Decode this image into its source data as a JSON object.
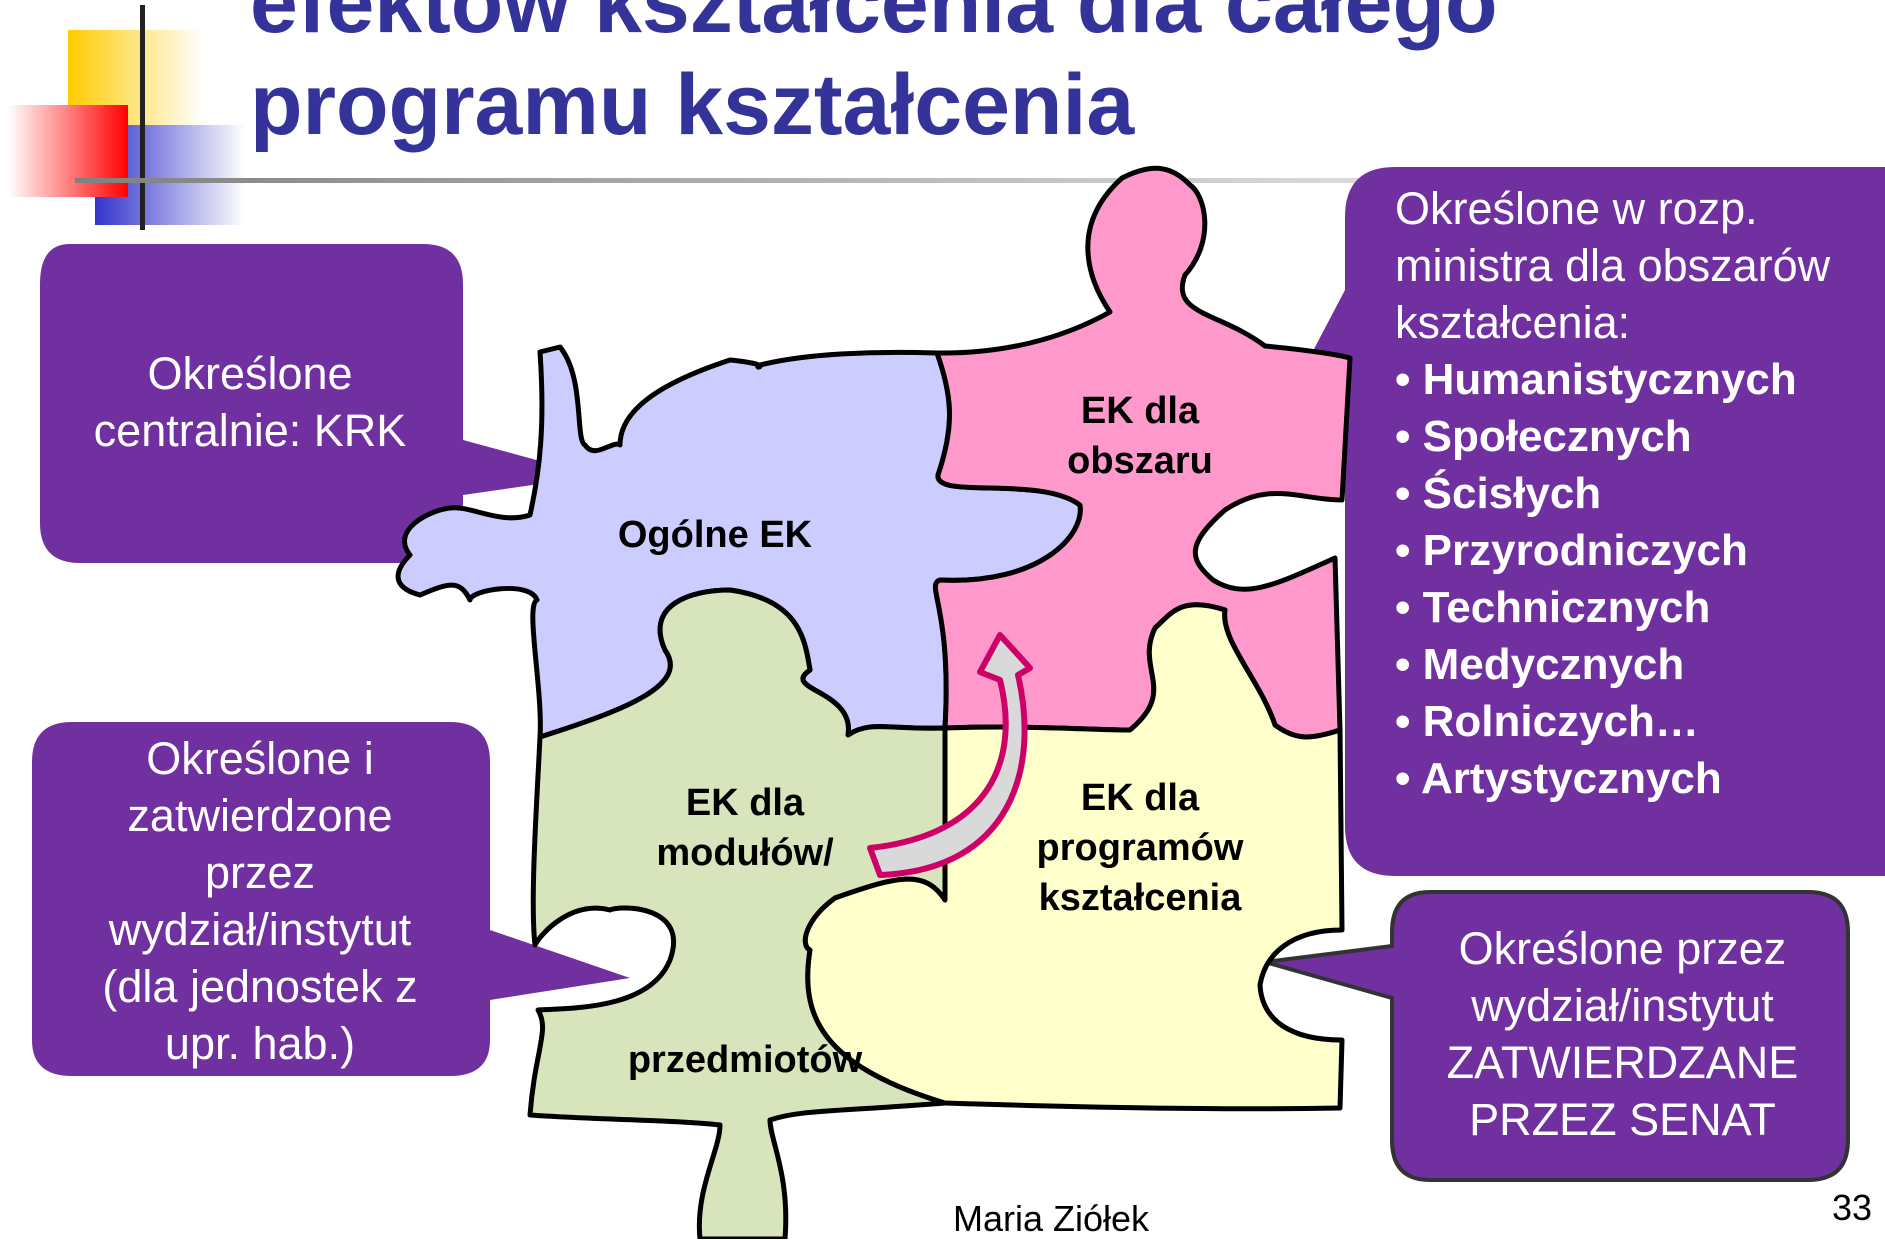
{
  "slide": {
    "title_line_1": "efektów kształcenia dla całego",
    "title_line_2": "programu kształcenia",
    "author": "Maria Ziółek",
    "page_number": "33"
  },
  "colors": {
    "title": "#333399",
    "callout": "#7030A0",
    "piece_general": "#CCCCFF",
    "piece_area": "#FF99CC",
    "piece_modules": "#D8E4BC",
    "piece_programs": "#FFFFCC",
    "arrow": "#CC0066"
  },
  "pieces": {
    "general": "Ogólne EK",
    "area": [
      "EK dla",
      "obszaru"
    ],
    "modules": [
      "EK dla",
      "modułów/"
    ],
    "modules_continued": "przedmiotów",
    "programs": [
      "EK dla",
      "programów",
      "kształcenia"
    ]
  },
  "callouts": {
    "central": [
      "Określone",
      "centralnie: KRK"
    ],
    "faculty": [
      "Określone i",
      "zatwierdzone",
      "przez",
      "wydział/instytut",
      "(dla jednostek z",
      "upr. hab.)"
    ],
    "ministry": {
      "intro": [
        "Określone w rozp.",
        "ministra dla obszarów",
        "kształcenia:"
      ],
      "areas": [
        "•  Humanistycznych",
        "• Społecznych",
        "• Ścisłych",
        "• Przyrodniczych",
        "• Technicznych",
        "• Medycznych",
        "• Rolniczych…",
        "• Artystycznych"
      ]
    },
    "senate": [
      "Określone przez",
      "wydział/instytut",
      "ZATWIERDZANE",
      "PRZEZ SENAT"
    ]
  }
}
